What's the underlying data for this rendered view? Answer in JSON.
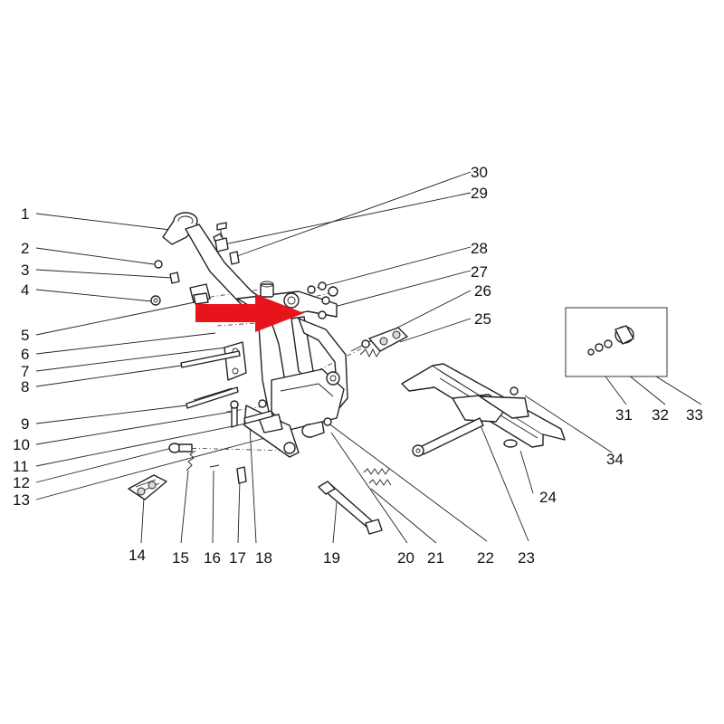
{
  "accent_color": "#e8141b",
  "callouts": [
    "1",
    "2",
    "3",
    "4",
    "5",
    "6",
    "7",
    "8",
    "9",
    "10",
    "11",
    "12",
    "13",
    "14",
    "15",
    "16",
    "17",
    "18",
    "19",
    "20",
    "21",
    "22",
    "23",
    "24",
    "25",
    "26",
    "27",
    "28",
    "29",
    "30",
    "31",
    "32",
    "33",
    "34"
  ]
}
